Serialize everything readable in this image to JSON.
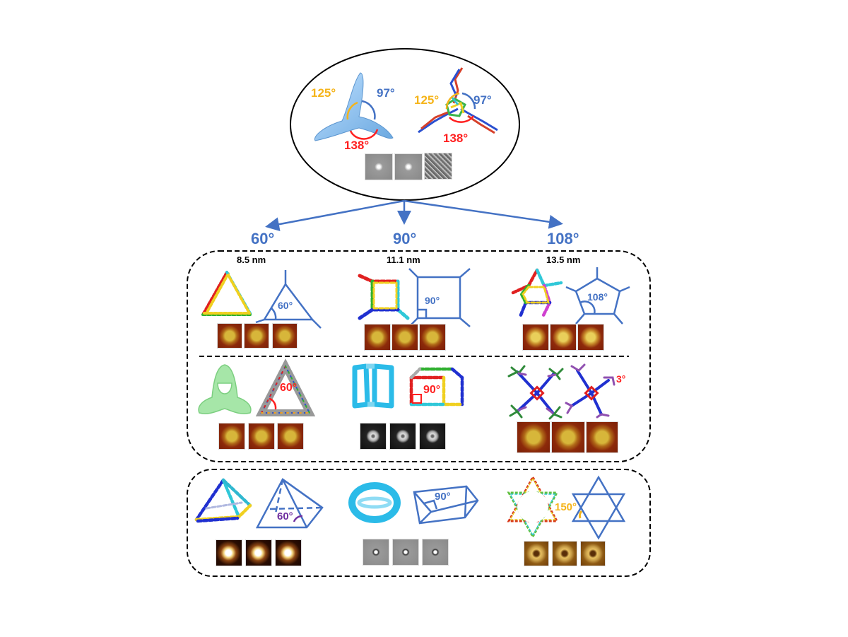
{
  "top_panel": {
    "model_angles": {
      "left": "125°",
      "right": "97°",
      "bottom": "138°"
    },
    "atomic_angles": {
      "left": "125°",
      "right": "97°",
      "bottom": "138°"
    },
    "colors": {
      "angle_125": "#f5b41a",
      "angle_97": "#4472c4",
      "angle_138": "#ff2020"
    }
  },
  "branches": [
    {
      "angle": "60°"
    },
    {
      "angle": "90°"
    },
    {
      "angle": "108°"
    }
  ],
  "box1": {
    "row1": [
      {
        "size": "8.5 nm",
        "schematic_angle": "60°"
      },
      {
        "size": "11.1 nm",
        "schematic_angle": "90°"
      },
      {
        "size": "13.5 nm",
        "schematic_angle": "108°"
      }
    ],
    "row2": [
      {
        "model_angle": "60°"
      },
      {
        "model_angle": "90°"
      },
      {
        "model_angle": "3°"
      }
    ]
  },
  "box2": {
    "items": [
      {
        "schematic_angle": "60°"
      },
      {
        "schematic_angle": "90°"
      },
      {
        "schematic_angle": "150°"
      }
    ]
  },
  "colors": {
    "accent_blue": "#4472c4",
    "red": "#ff2020",
    "orange": "#f5b41a",
    "purple": "#7030a0"
  }
}
